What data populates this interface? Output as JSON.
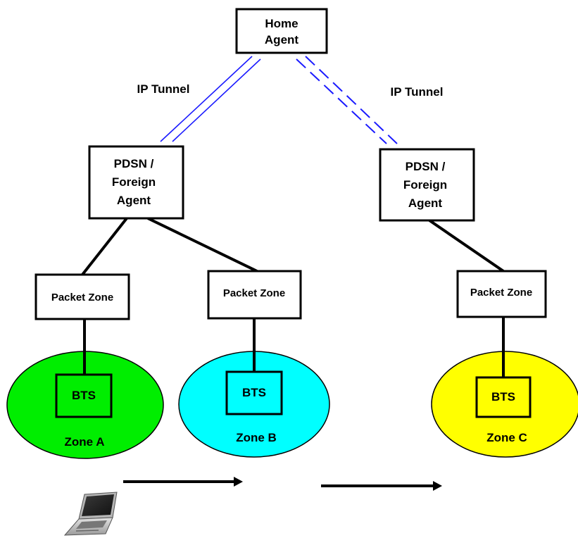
{
  "nodes": {
    "home_agent": {
      "line1": "Home",
      "line2": "Agent"
    },
    "fa_left": {
      "line1": "PDSN  /",
      "line2": "Foreign",
      "line3": "Agent"
    },
    "fa_right": {
      "line1": "PDSN  /",
      "line2": "Foreign",
      "line3": "Agent"
    },
    "pz_a": "Packet Zone",
    "pz_b": "Packet Zone",
    "pz_c": "Packet Zone",
    "bts_a": "BTS",
    "bts_b": "BTS",
    "bts_c": "BTS"
  },
  "zones": {
    "a": {
      "label": "Zone A",
      "color": "#00ee00"
    },
    "b": {
      "label": "Zone B",
      "color": "#00ffff"
    },
    "c": {
      "label": "Zone C",
      "color": "#ffff00"
    }
  },
  "tunnels": {
    "left": {
      "label": "IP Tunnel",
      "color": "#1a1aff",
      "style": "solid"
    },
    "right": {
      "label": "IP Tunnel",
      "color": "#1a1aff",
      "style": "dashed"
    }
  },
  "device_icon": "laptop-icon"
}
